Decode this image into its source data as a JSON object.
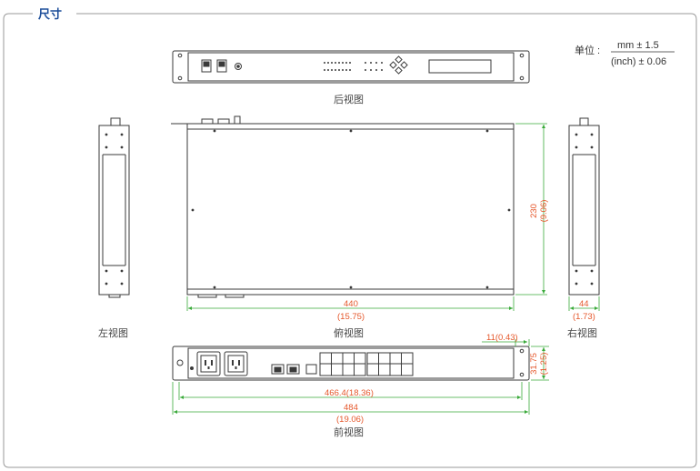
{
  "header": {
    "title": "尺寸"
  },
  "units": {
    "label": "单位 :",
    "top": "mm ± 1.5",
    "bottom": "(inch) ± 0.06"
  },
  "views": {
    "rear": "后视图",
    "left": "左视图",
    "top": "俯视图",
    "right": "右视图",
    "front": "前视图"
  },
  "dimensions": {
    "top_width_mm": "440",
    "top_width_in": "(15.75)",
    "top_depth_mm": "230",
    "top_depth_in": "(9.06)",
    "right_width_mm": "44",
    "right_width_in": "(1.73)",
    "front_ear": "11(0.43)",
    "front_height_mm": "31.75",
    "front_height_in": "(1.25)",
    "front_body": "466.4(18.36)",
    "front_total_mm": "484",
    "front_total_in": "(19.06)"
  },
  "colors": {
    "title": "#1d4e9a",
    "dimension": "#e5572b",
    "line": "#3a3a3a",
    "dimline": "#3aaa3a"
  }
}
